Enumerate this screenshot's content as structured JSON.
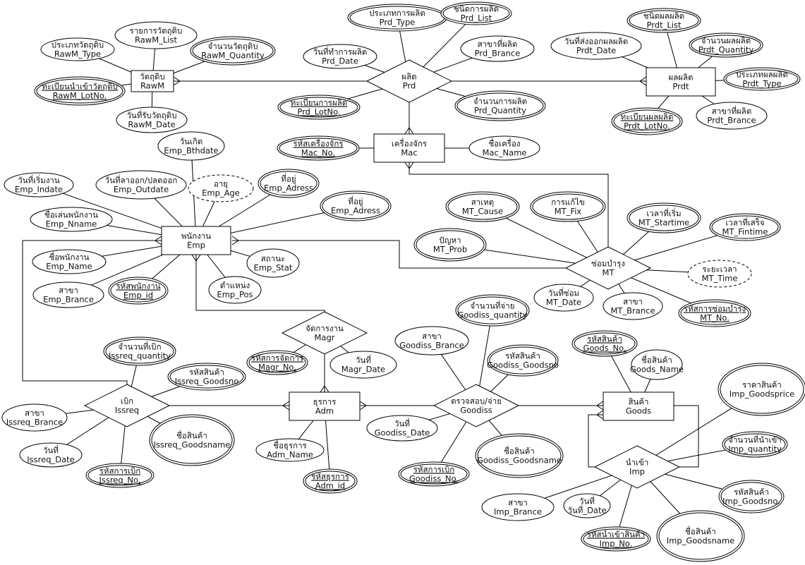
{
  "entities": [
    {
      "id": "rawm",
      "lines": [
        "วัตถุดิบ",
        "RawM"
      ]
    },
    {
      "id": "prdt",
      "lines": [
        "ผลผลิต",
        "Prdt"
      ]
    },
    {
      "id": "mac",
      "lines": [
        "เครื่องจักร",
        "Mac"
      ]
    },
    {
      "id": "emp",
      "lines": [
        "พนักงาน",
        "Emp"
      ]
    },
    {
      "id": "adm",
      "lines": [
        "ธุรการ",
        "Adm"
      ]
    },
    {
      "id": "goods",
      "lines": [
        "สินค้า",
        "Goods"
      ]
    }
  ],
  "relationships": [
    {
      "id": "prd",
      "lines": [
        "ผลิต",
        "Prd"
      ]
    },
    {
      "id": "mt",
      "lines": [
        "ซ่อมบำรุง",
        "MT"
      ]
    },
    {
      "id": "magr",
      "lines": [
        "จัดการงาน",
        "Magr"
      ]
    },
    {
      "id": "issreq",
      "lines": [
        "เบิก",
        "Issreq"
      ]
    },
    {
      "id": "goodiss",
      "lines": [
        "ตรวจสอบ/จ่าย",
        "Goodiss"
      ]
    },
    {
      "id": "imp",
      "lines": [
        "นำเข้า",
        "Imp"
      ]
    }
  ],
  "attributes": [
    {
      "id": "rawm_type",
      "lines": [
        "ประเภทวัตถุดิบ",
        "RawM_Type"
      ]
    },
    {
      "id": "rawm_list",
      "lines": [
        "รายการวัตถุดิบ",
        "RawM_List"
      ]
    },
    {
      "id": "rawm_qty",
      "lines": [
        "จำนวนวัตถุดิบ",
        "RawM_Quantity"
      ]
    },
    {
      "id": "rawm_lot",
      "lines": [
        "ทะเบียนนำเข้าวัตถุดิบ",
        "RawM_LotNo."
      ],
      "key": true
    },
    {
      "id": "rawm_date",
      "lines": [
        "วันที่รับวัตถุดิบ",
        "RawM_Date"
      ]
    },
    {
      "id": "prd_type",
      "lines": [
        "ประเภทการผลิต",
        "Prd_Type"
      ]
    },
    {
      "id": "prd_list",
      "lines": [
        "ชนิดการผลิต",
        "Prd_List"
      ]
    },
    {
      "id": "prd_date",
      "lines": [
        "วันที่ทำการผลิต",
        "Prd_Date"
      ]
    },
    {
      "id": "prd_brance",
      "lines": [
        "สาขาที่ผลิต",
        "Prd_Brance"
      ]
    },
    {
      "id": "prd_lot",
      "lines": [
        "ทะเบียนการผลิต",
        "Prd_LotNo."
      ],
      "key": true
    },
    {
      "id": "prd_qty",
      "lines": [
        "จำนวนการผลิต",
        "Prd_Quantity"
      ]
    },
    {
      "id": "prdt_list",
      "lines": [
        "ชนิดผลผลิต",
        "Prdt_List"
      ]
    },
    {
      "id": "prdt_date",
      "lines": [
        "วันที่ส่งออกผลผลิต",
        "Prdt_Date"
      ]
    },
    {
      "id": "prdt_qty",
      "lines": [
        "จำนวนผลผลิต",
        "Prdt_Quantity"
      ]
    },
    {
      "id": "prdt_type",
      "lines": [
        "ประเภทผลผลิต",
        "Prdt_Type"
      ]
    },
    {
      "id": "prdt_lot",
      "lines": [
        "ทะเบียนผลผลิต",
        "Prdt_LotNo."
      ],
      "key": true
    },
    {
      "id": "prdt_brance",
      "lines": [
        "สาขาที่ผลิต",
        "Prdt_Brance"
      ]
    },
    {
      "id": "mac_no",
      "lines": [
        "รหัสเครื่องจักร",
        "Mac_No."
      ],
      "key": true
    },
    {
      "id": "mac_name",
      "lines": [
        "ชื่อเครื่อง",
        "Mac_Name"
      ]
    },
    {
      "id": "emp_bth",
      "lines": [
        "วันเกิด",
        "Emp_Bthdate"
      ]
    },
    {
      "id": "emp_indate",
      "lines": [
        "วันที่เริ่มงาน",
        "Emp_Indate"
      ]
    },
    {
      "id": "emp_outdate",
      "lines": [
        "วันที่ลาออก/ปลดออก",
        "Emp_Outdate"
      ]
    },
    {
      "id": "emp_age",
      "lines": [
        "อายุ",
        "Emp_Age"
      ]
    },
    {
      "id": "emp_adress1",
      "lines": [
        "ที่อยู่",
        "Emp_Adress"
      ]
    },
    {
      "id": "emp_adress2",
      "lines": [
        "ที่อยู่",
        "Emp_Adress"
      ]
    },
    {
      "id": "emp_nname",
      "lines": [
        "ชื่อเล่นพนักงาน",
        "Emp_Nname"
      ]
    },
    {
      "id": "emp_name",
      "lines": [
        "ชื่อพนักงาน",
        "Emp_Name"
      ]
    },
    {
      "id": "emp_stat",
      "lines": [
        "สถานะ",
        "Emp_Stat"
      ]
    },
    {
      "id": "emp_brance",
      "lines": [
        "สาขา",
        "Emp_Brance"
      ]
    },
    {
      "id": "emp_id",
      "lines": [
        "รหัสพนักงาน",
        "Emp_id"
      ],
      "key": true
    },
    {
      "id": "emp_pos",
      "lines": [
        "ตำแหน่ง",
        "Emp_Pos"
      ]
    },
    {
      "id": "mt_cause",
      "lines": [
        "สาเหตุ",
        "MT_Cause"
      ]
    },
    {
      "id": "mt_fix",
      "lines": [
        "การแก้ไข",
        "MT_Fix"
      ]
    },
    {
      "id": "mt_start",
      "lines": [
        "เวลาที่เริ่ม",
        "MT_Startime"
      ]
    },
    {
      "id": "mt_fin",
      "lines": [
        "เวลาที่เสร็จ",
        "MT_Fintime"
      ]
    },
    {
      "id": "mt_prob",
      "lines": [
        "ปัญหา",
        "MT_Prob"
      ]
    },
    {
      "id": "mt_time",
      "lines": [
        "ระยะเวลา",
        "MT_Time"
      ]
    },
    {
      "id": "mt_date",
      "lines": [
        "วันที่ซ่อม",
        "MT_Date"
      ]
    },
    {
      "id": "mt_brance",
      "lines": [
        "สาขา",
        "MT_Brance"
      ]
    },
    {
      "id": "mt_no",
      "lines": [
        "รหัสการซ่อมบำรุง",
        "MT_No."
      ],
      "key": true
    },
    {
      "id": "magr_no",
      "lines": [
        "รหัสการจัดการ",
        "Magr_No."
      ],
      "key": true
    },
    {
      "id": "magr_date",
      "lines": [
        "วันที่",
        "Magr_Date"
      ]
    },
    {
      "id": "gdiss_qty",
      "lines": [
        "จำนวนที่จ่าย",
        "Goodiss_quantity"
      ]
    },
    {
      "id": "gdiss_brance",
      "lines": [
        "สาขา",
        "Goodiss_Brance"
      ]
    },
    {
      "id": "gdiss_goodsno",
      "lines": [
        "รหัสสินค้า",
        "Goodiss_Goodsno"
      ]
    },
    {
      "id": "gdiss_date",
      "lines": [
        "วันที่",
        "Goodiss_Date"
      ]
    },
    {
      "id": "gdiss_no",
      "lines": [
        "รหัสการเบิก",
        "Goodiss_No."
      ],
      "key": true
    },
    {
      "id": "gdiss_gname",
      "lines": [
        "ชื่อสินค้า",
        "Goodiss_Goodsname"
      ]
    },
    {
      "id": "goods_no",
      "lines": [
        "รหัสสินค้า",
        "Goods_No."
      ],
      "key": true
    },
    {
      "id": "goods_name",
      "lines": [
        "ชื่อสินค้า",
        "Goods_Name"
      ]
    },
    {
      "id": "imp_price",
      "lines": [
        "ราคาสินค้า",
        "Imp_Goodsprice"
      ]
    },
    {
      "id": "imp_qty",
      "lines": [
        "จำนวนที่นำเข้า",
        "Imp_quantity"
      ]
    },
    {
      "id": "imp_goodsno",
      "lines": [
        "รหัสสินค้า",
        "Imp_Goodsno."
      ]
    },
    {
      "id": "imp_gname",
      "lines": [
        "ชื่อสินค้า",
        "Imp_Goodsname"
      ]
    },
    {
      "id": "imp_brance",
      "lines": [
        "สาขา",
        "Imp_Brance"
      ]
    },
    {
      "id": "imp_date",
      "lines": [
        "วันที่",
        "วันที่_Date"
      ]
    },
    {
      "id": "imp_no",
      "lines": [
        "รหัสนำเข้าสินค้า",
        "Imp_No."
      ],
      "key": true
    },
    {
      "id": "iss_qty",
      "lines": [
        "จำนวนที่เบิก",
        "Issreq_quantity"
      ]
    },
    {
      "id": "iss_goodsno",
      "lines": [
        "รหัสสินค้า",
        "Issreq_Goodsno"
      ]
    },
    {
      "id": "iss_brance",
      "lines": [
        "สาขา",
        "Issreq_Brance"
      ]
    },
    {
      "id": "iss_date",
      "lines": [
        "วันที่",
        "Issreq_Date"
      ]
    },
    {
      "id": "iss_no",
      "lines": [
        "รหัสการเบิก",
        "Issreq_No."
      ],
      "key": true
    },
    {
      "id": "iss_gname",
      "lines": [
        "ชื่อสินค้า",
        "Issreq_Goodsname"
      ]
    },
    {
      "id": "adm_name",
      "lines": [
        "ชื่อธุรการ",
        "Adm_Name"
      ]
    },
    {
      "id": "adm_id",
      "lines": [
        "รหัสธุรการ",
        "Adm_id"
      ],
      "key": true
    }
  ]
}
